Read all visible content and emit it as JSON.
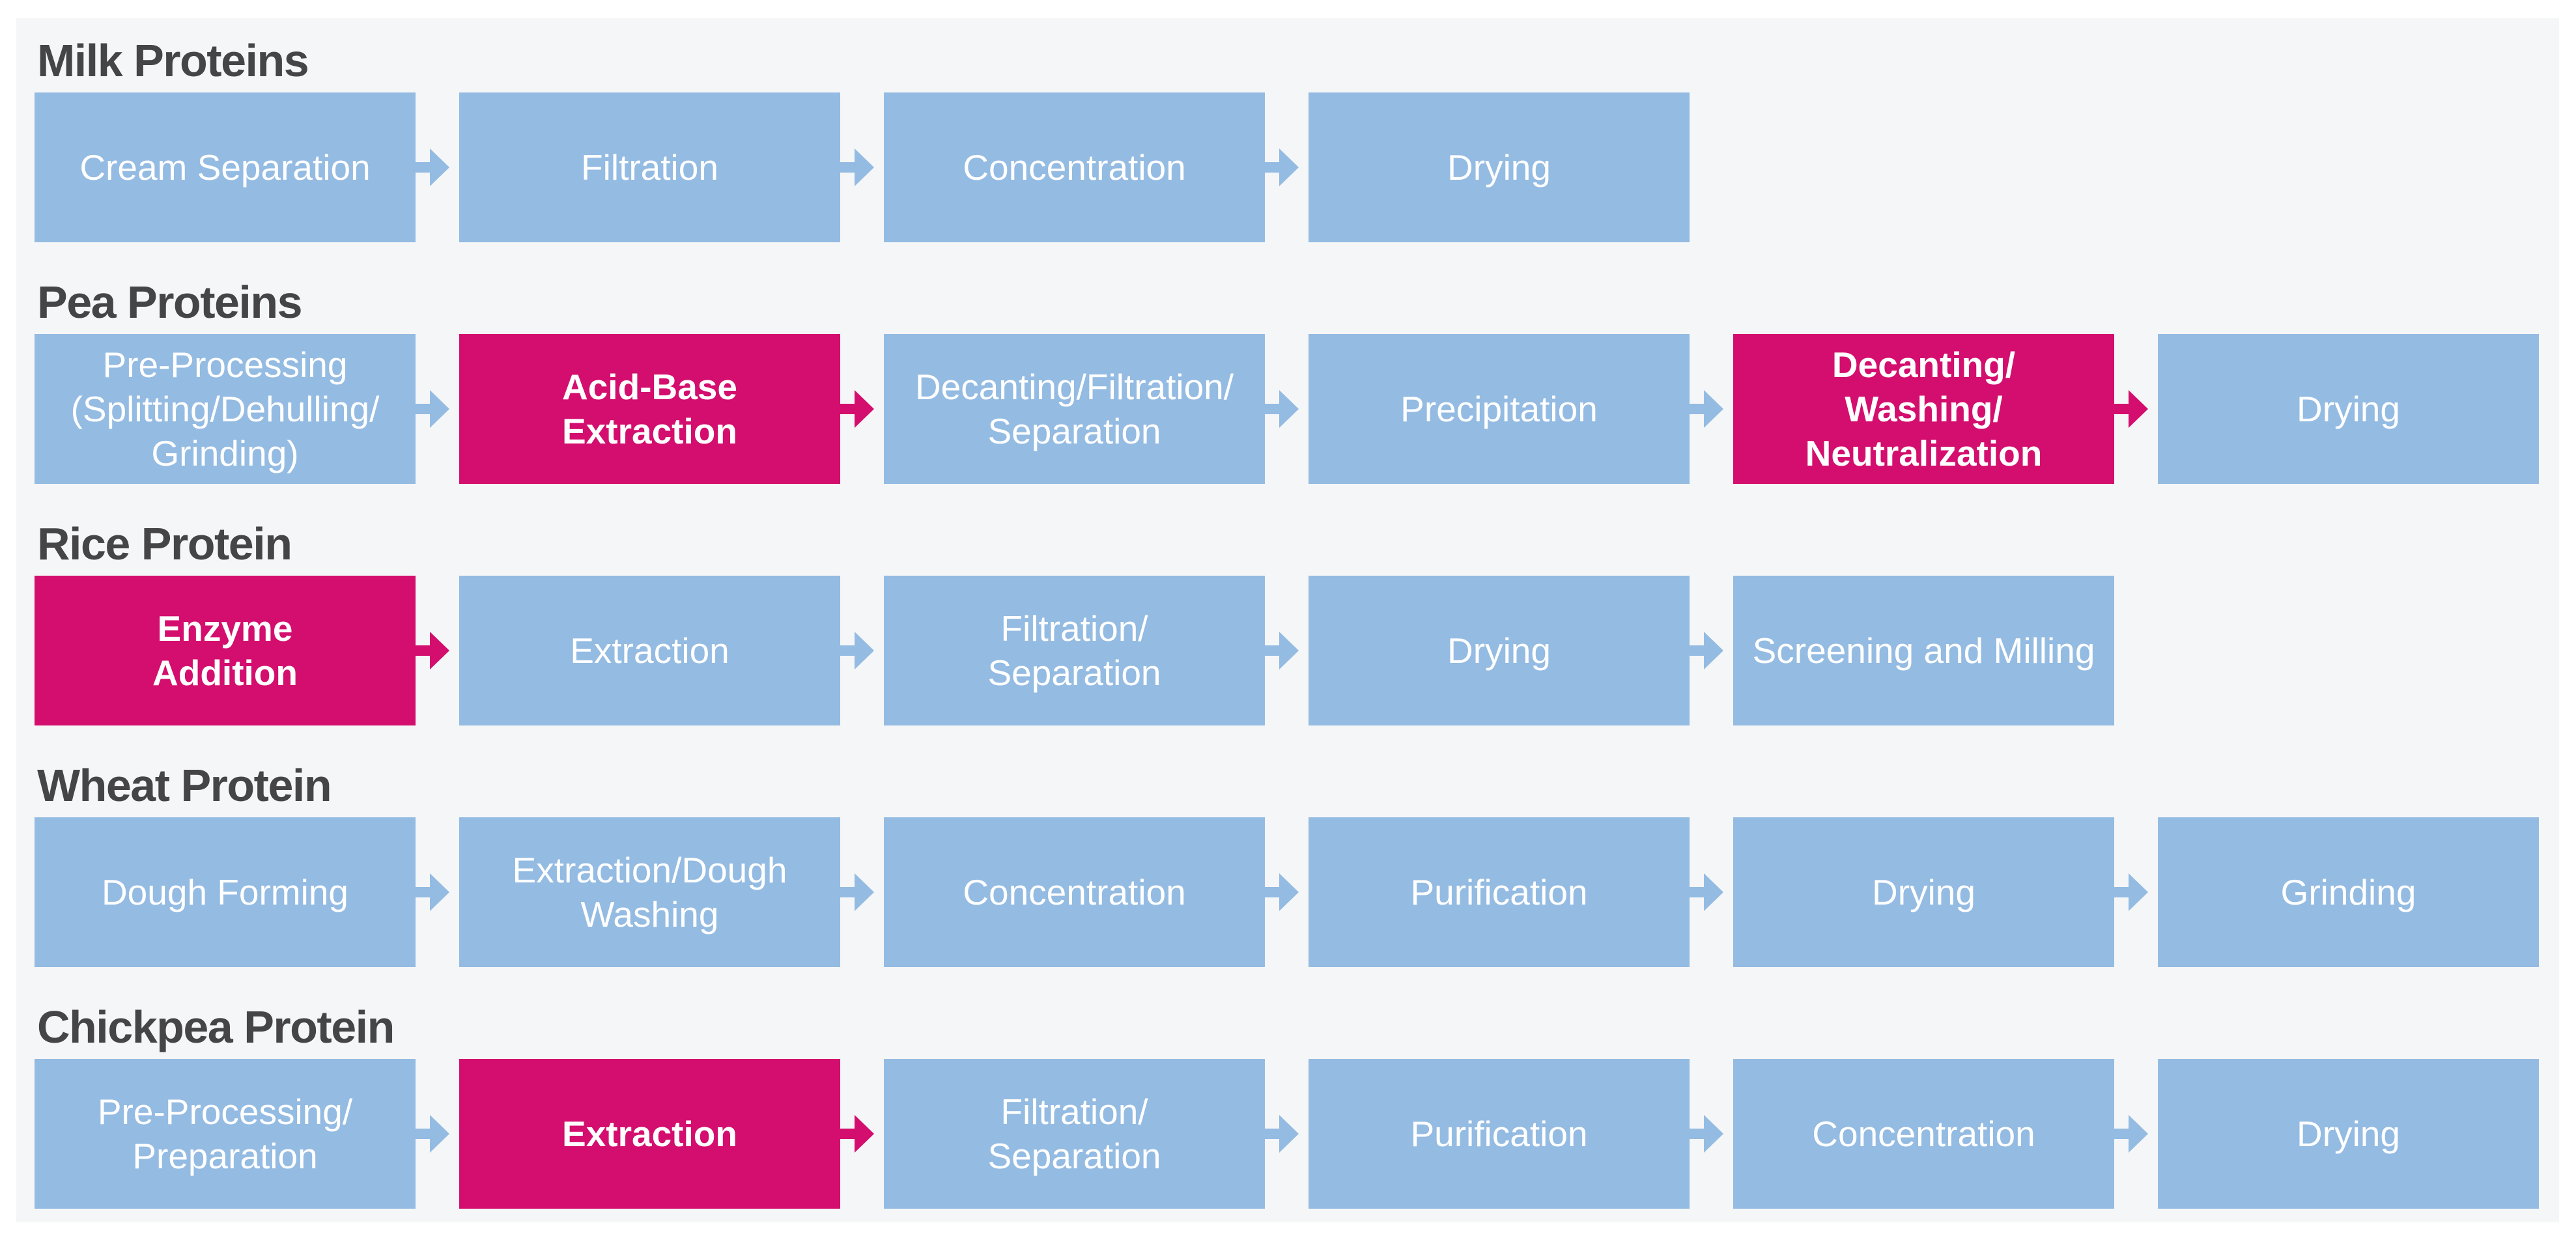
{
  "colors": {
    "box_blue": "#94bbe2",
    "box_highlight": "#d30e6e",
    "panel_bg": "#f5f6f7",
    "page_bg": "#ffffff",
    "title_text": "#454547",
    "box_text": "#ffffff",
    "arrow_blue": "#94bbe2",
    "arrow_highlight": "#d30e6e"
  },
  "rows": [
    {
      "title": "Milk Proteins",
      "steps": [
        {
          "label": "Cream Separation",
          "highlight": false
        },
        {
          "label": "Filtration",
          "highlight": false
        },
        {
          "label": "Concentration",
          "highlight": false
        },
        {
          "label": "Drying",
          "highlight": false
        }
      ]
    },
    {
      "title": "Pea Proteins",
      "steps": [
        {
          "label": "Pre-Processing\n(Splitting/Dehulling/\nGrinding)",
          "highlight": false
        },
        {
          "label": "Acid-Base\nExtraction",
          "highlight": true
        },
        {
          "label": "Decanting/Filtration/\nSeparation",
          "highlight": false
        },
        {
          "label": "Precipitation",
          "highlight": false
        },
        {
          "label": "Decanting/\nWashing/\nNeutralization",
          "highlight": true
        },
        {
          "label": "Drying",
          "highlight": false
        }
      ]
    },
    {
      "title": "Rice Protein",
      "steps": [
        {
          "label": "Enzyme\nAddition",
          "highlight": true
        },
        {
          "label": "Extraction",
          "highlight": false
        },
        {
          "label": "Filtration/\nSeparation",
          "highlight": false
        },
        {
          "label": "Drying",
          "highlight": false
        },
        {
          "label": "Screening and Milling",
          "highlight": false
        }
      ]
    },
    {
      "title": "Wheat Protein",
      "steps": [
        {
          "label": "Dough Forming",
          "highlight": false
        },
        {
          "label": "Extraction/Dough\nWashing",
          "highlight": false
        },
        {
          "label": "Concentration",
          "highlight": false
        },
        {
          "label": "Purification",
          "highlight": false
        },
        {
          "label": "Drying",
          "highlight": false
        },
        {
          "label": "Grinding",
          "highlight": false
        }
      ]
    },
    {
      "title": "Chickpea Protein",
      "steps": [
        {
          "label": "Pre-Processing/\nPreparation",
          "highlight": false
        },
        {
          "label": "Extraction",
          "highlight": true
        },
        {
          "label": "Filtration/\nSeparation",
          "highlight": false
        },
        {
          "label": "Purification",
          "highlight": false
        },
        {
          "label": "Concentration",
          "highlight": false
        },
        {
          "label": "Drying",
          "highlight": false
        }
      ]
    }
  ]
}
